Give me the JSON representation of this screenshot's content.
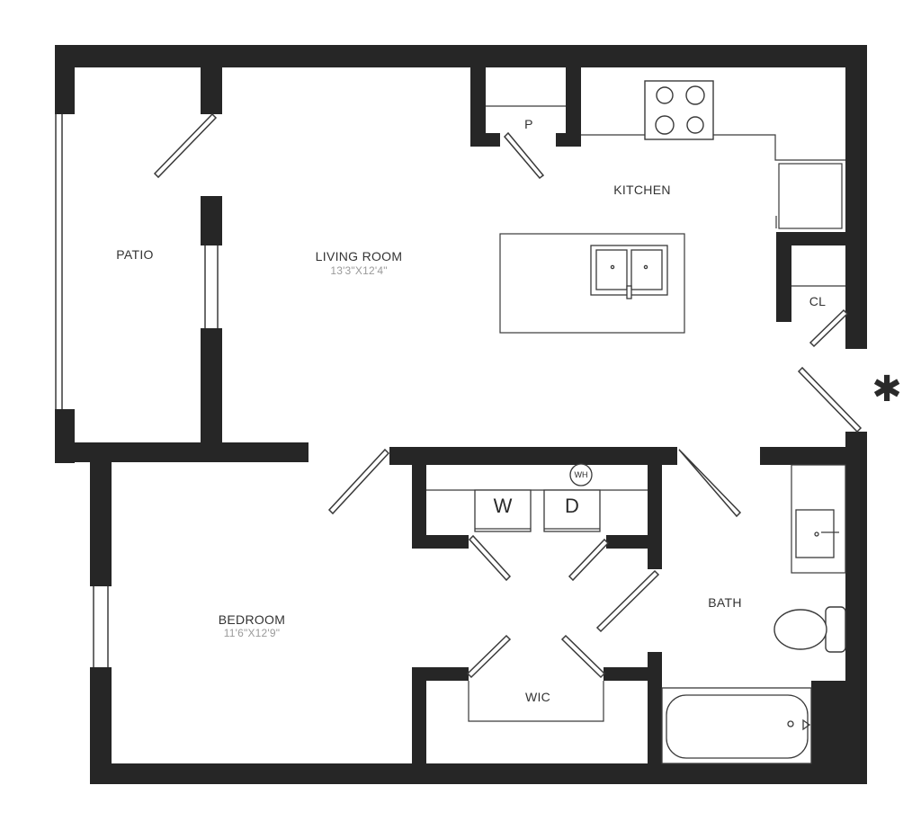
{
  "colors": {
    "wall": "#262626",
    "fixture": "#3a3a3a",
    "label": "#333333",
    "dimension": "#9a9a9a"
  },
  "rooms": {
    "patio": {
      "name": "PATIO"
    },
    "living_room": {
      "name": "LIVING ROOM",
      "dimensions": "13'3\"X12'4\""
    },
    "kitchen": {
      "name": "KITCHEN"
    },
    "pantry": {
      "name": "P"
    },
    "closet": {
      "name": "CL"
    },
    "bedroom": {
      "name": "BEDROOM",
      "dimensions": "11'6\"X12'9\""
    },
    "walk_in_closet": {
      "name": "WIC"
    },
    "bath": {
      "name": "BATH"
    }
  },
  "appliances": {
    "washer": "W",
    "dryer": "D",
    "water_heater": "WH"
  },
  "entry_marker": "✱"
}
